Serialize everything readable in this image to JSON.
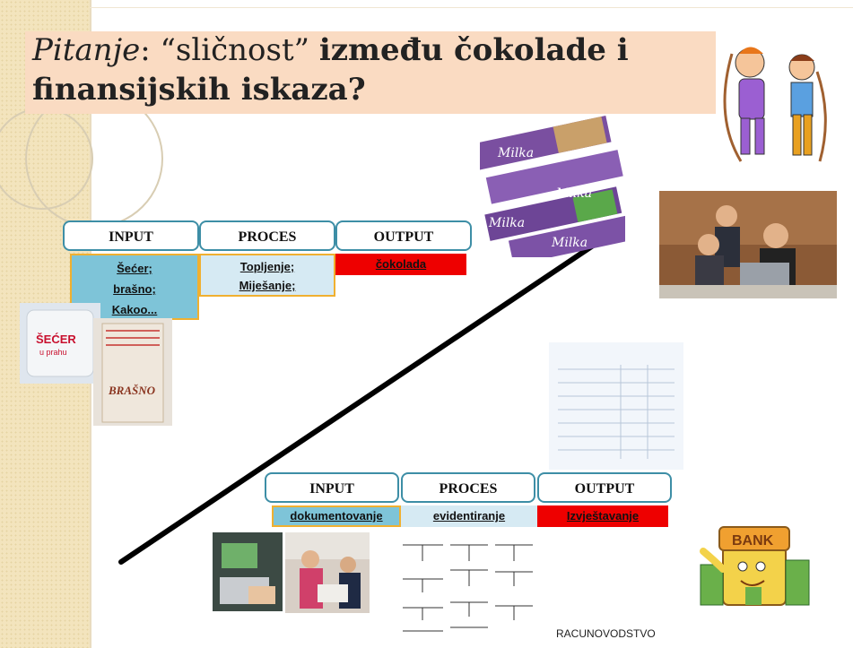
{
  "title": {
    "italic": "Pitanje",
    "colon": ": ",
    "quoted": "“sličnost” ",
    "bold": "između čokolade i finansijskih iskaza?"
  },
  "chocolate": {
    "headers": [
      "INPUT",
      "PROCES",
      "OUTPUT"
    ],
    "input": [
      "Šećer;",
      "brašno;",
      "Kakoo..."
    ],
    "process": [
      "Topljenje;",
      "Miješanje;"
    ],
    "output": [
      "čokolada"
    ]
  },
  "accounting": {
    "headers": [
      "INPUT",
      "PROCES",
      "OUTPUT"
    ],
    "input": "dokumentovanje",
    "process": "evidentiranje",
    "output": "Izvještavanje"
  },
  "images": {
    "milka": "Milka",
    "sugar_top": "ŠEĆER",
    "sugar_sub": "u prahu",
    "flour": "BRAŠNO",
    "bank": "BANK"
  },
  "footer": "RACUNOVODSTVO",
  "colors": {
    "accent_border": "#3d8ea6",
    "input_fill": "#7ec4d8",
    "process_fill": "#d6eaf3",
    "output_fill": "#ee0000",
    "title_bg": "#fadbc2"
  }
}
